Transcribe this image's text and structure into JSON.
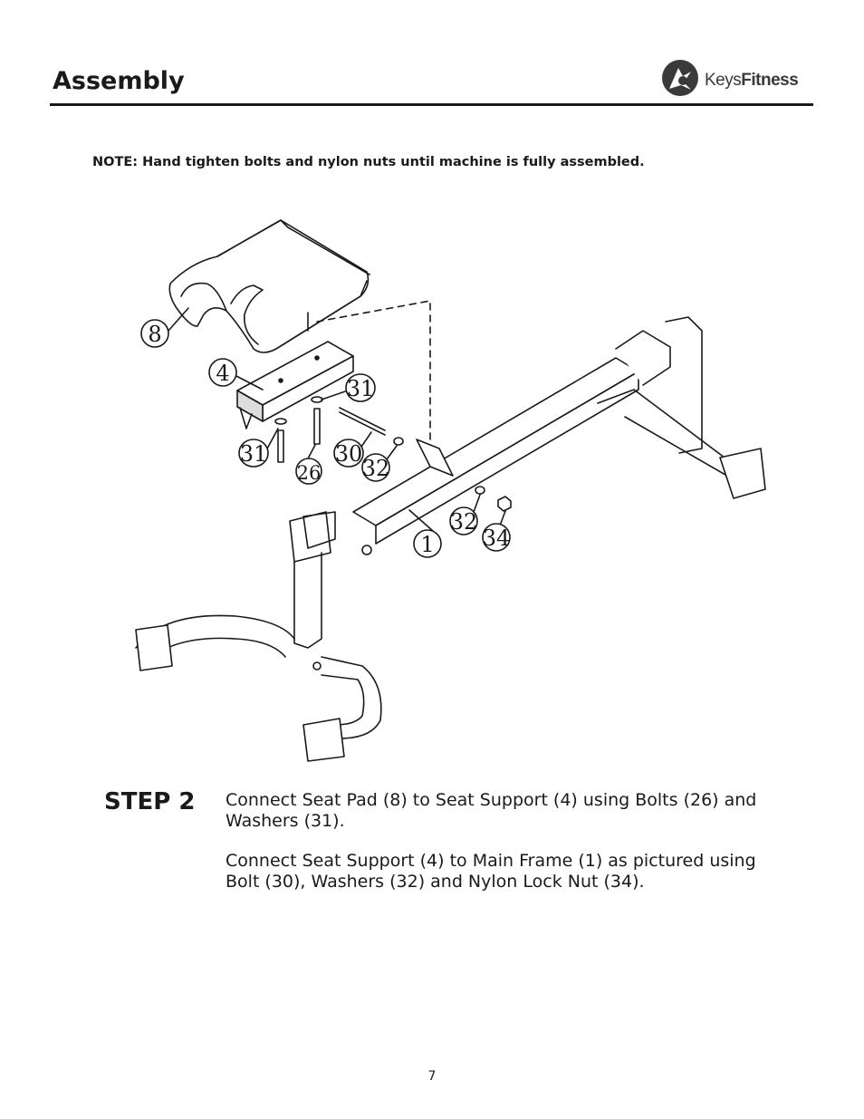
{
  "header": {
    "title": "Assembly",
    "logo": {
      "text_light": "Keys",
      "text_bold": "Fitness",
      "icon": "keys-fitness-logo-icon"
    }
  },
  "note": "NOTE:  Hand tighten bolts and nylon nuts until machine is fully assembled.",
  "diagram": {
    "callouts": [
      {
        "label": "8"
      },
      {
        "label": "4"
      },
      {
        "label": "31"
      },
      {
        "label": "31"
      },
      {
        "label": "26"
      },
      {
        "label": "30"
      },
      {
        "label": "32"
      },
      {
        "label": "32"
      },
      {
        "label": "34"
      },
      {
        "label": "1"
      }
    ]
  },
  "step": {
    "label": "STEP 2",
    "paragraphs": [
      "Connect Seat Pad (8) to Seat Support (4) using Bolts (26) and Washers (31).",
      "Connect Seat Support (4) to Main Frame (1) as pictured using Bolt (30), Washers (32) and Nylon Lock Nut (34)."
    ]
  },
  "page_number": "7"
}
